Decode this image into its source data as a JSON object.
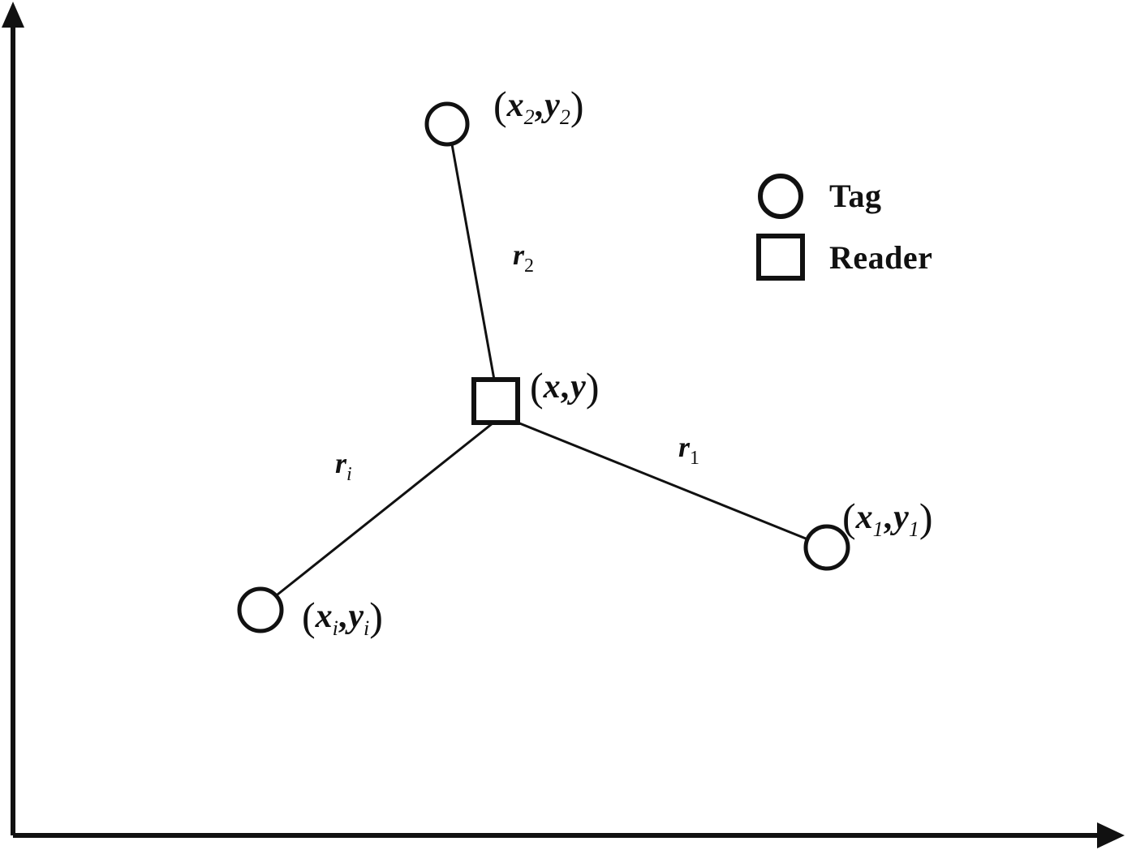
{
  "figure": {
    "type": "diagram",
    "description": "RFID localization geometry diagram showing a reader at unknown position and three tags at known positions with distances",
    "background_color": "#ffffff",
    "stroke_color": "#111111"
  },
  "axes": {
    "x_axis": {
      "name": "x-axis",
      "arrow": "right"
    },
    "y_axis": {
      "name": "y-axis",
      "arrow": "up"
    }
  },
  "nodes": [
    {
      "id": "tag2",
      "shape": "circle",
      "label_text": "(x2, y2)",
      "label_parts": {
        "open": "(",
        "x_var": "x",
        "x_sub": "2",
        "comma": ",",
        "y_var": "y",
        "y_sub": "2",
        "close": ")"
      }
    },
    {
      "id": "reader",
      "shape": "square",
      "label_text": "(x, y)",
      "label_parts": {
        "open": "(",
        "x_var": "x",
        "x_sub": "",
        "comma": ",",
        "y_var": "y",
        "y_sub": "",
        "close": ")"
      }
    },
    {
      "id": "tag1",
      "shape": "circle",
      "label_text": "(x1, y1)",
      "label_parts": {
        "open": "(",
        "x_var": "x",
        "x_sub": "1",
        "comma": ",",
        "y_var": "y",
        "y_sub": "1",
        "close": ")"
      }
    },
    {
      "id": "tagi",
      "shape": "circle",
      "label_text": "(xi, yi)",
      "label_parts": {
        "open": "(",
        "x_var": "x",
        "x_sub": "i",
        "comma": ",",
        "y_var": "y",
        "y_sub": "i",
        "close": ")"
      }
    }
  ],
  "edges": [
    {
      "id": "r2",
      "from": "tag2",
      "to": "reader",
      "label_var": "r",
      "label_sub": "2"
    },
    {
      "id": "r1",
      "from": "reader",
      "to": "tag1",
      "label_var": "r",
      "label_sub": "1"
    },
    {
      "id": "ri",
      "from": "reader",
      "to": "tagi",
      "label_var": "r",
      "label_sub": "i"
    }
  ],
  "legend": {
    "items": [
      {
        "marker": "circle",
        "label": "Tag"
      },
      {
        "marker": "square",
        "label": "Reader"
      }
    ]
  }
}
